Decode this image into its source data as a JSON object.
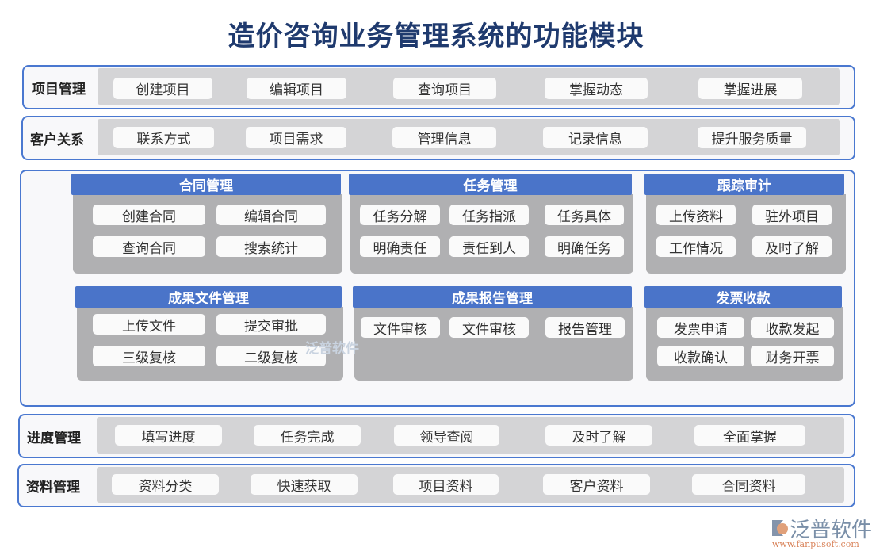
{
  "title": "造价咨询业务管理系统的功能模块",
  "rows": [
    {
      "label": "项目管理",
      "items": [
        "创建项目",
        "编辑项目",
        "查询项目",
        "掌握动态",
        "掌握进展"
      ]
    },
    {
      "label": "客户关系",
      "items": [
        "联系方式",
        "项目需求",
        "管理信息",
        "记录信息",
        "提升服务质量"
      ]
    },
    {
      "label": "进度管理",
      "items": [
        "填写进度",
        "任务完成",
        "领导查阅",
        "及时了解",
        "全面掌握"
      ]
    },
    {
      "label": "资料管理",
      "items": [
        "资料分类",
        "快速获取",
        "项目资料",
        "客户资料",
        "合同资料"
      ]
    }
  ],
  "modules": [
    {
      "title": "合同管理",
      "items": [
        "创建合同",
        "编辑合同",
        "查询合同",
        "搜索统计"
      ]
    },
    {
      "title": "任务管理",
      "items": [
        "任务分解",
        "任务指派",
        "任务具体",
        "明确责任",
        "责任到人",
        "明确任务"
      ]
    },
    {
      "title": "跟踪审计",
      "items": [
        "上传资料",
        "驻外项目",
        "工作情况",
        "及时了解"
      ]
    },
    {
      "title": "成果文件管理",
      "items": [
        "上传文件",
        "提交审批",
        "三级复核",
        "二级复核"
      ]
    },
    {
      "title": "成果报告管理",
      "items": [
        "文件审核",
        "文件审核",
        "报告管理"
      ]
    },
    {
      "title": "发票收款",
      "items": [
        "发票申请",
        "收款发起",
        "收款确认",
        "财务开票"
      ]
    }
  ],
  "watermark": "泛普软件",
  "logo": {
    "name": "泛普软件",
    "url": "www.fanpusoft.com"
  },
  "colors": {
    "border": "#4a78d0",
    "header": "#4a74c9",
    "title": "#1f3a6e"
  }
}
